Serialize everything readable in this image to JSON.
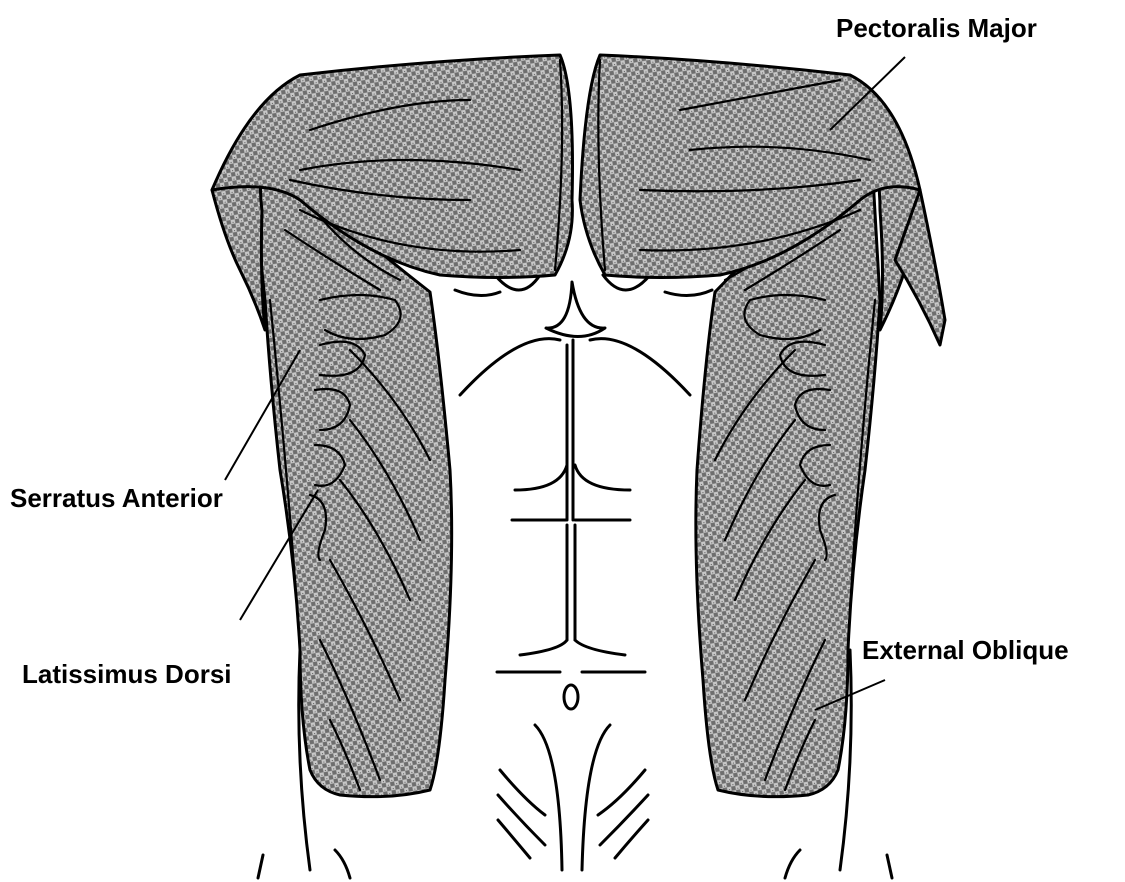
{
  "labels": {
    "pectoralis_major": "Pectoralis Major",
    "serratus_anterior": "Serratus Anterior",
    "latissimus_dorsi": "Latissimus Dorsi",
    "external_oblique": "External Oblique"
  },
  "colors": {
    "muscle_dark": "#6e6e6e",
    "muscle_light": "#c8c8c8",
    "outline": "#000000",
    "background": "#ffffff"
  }
}
